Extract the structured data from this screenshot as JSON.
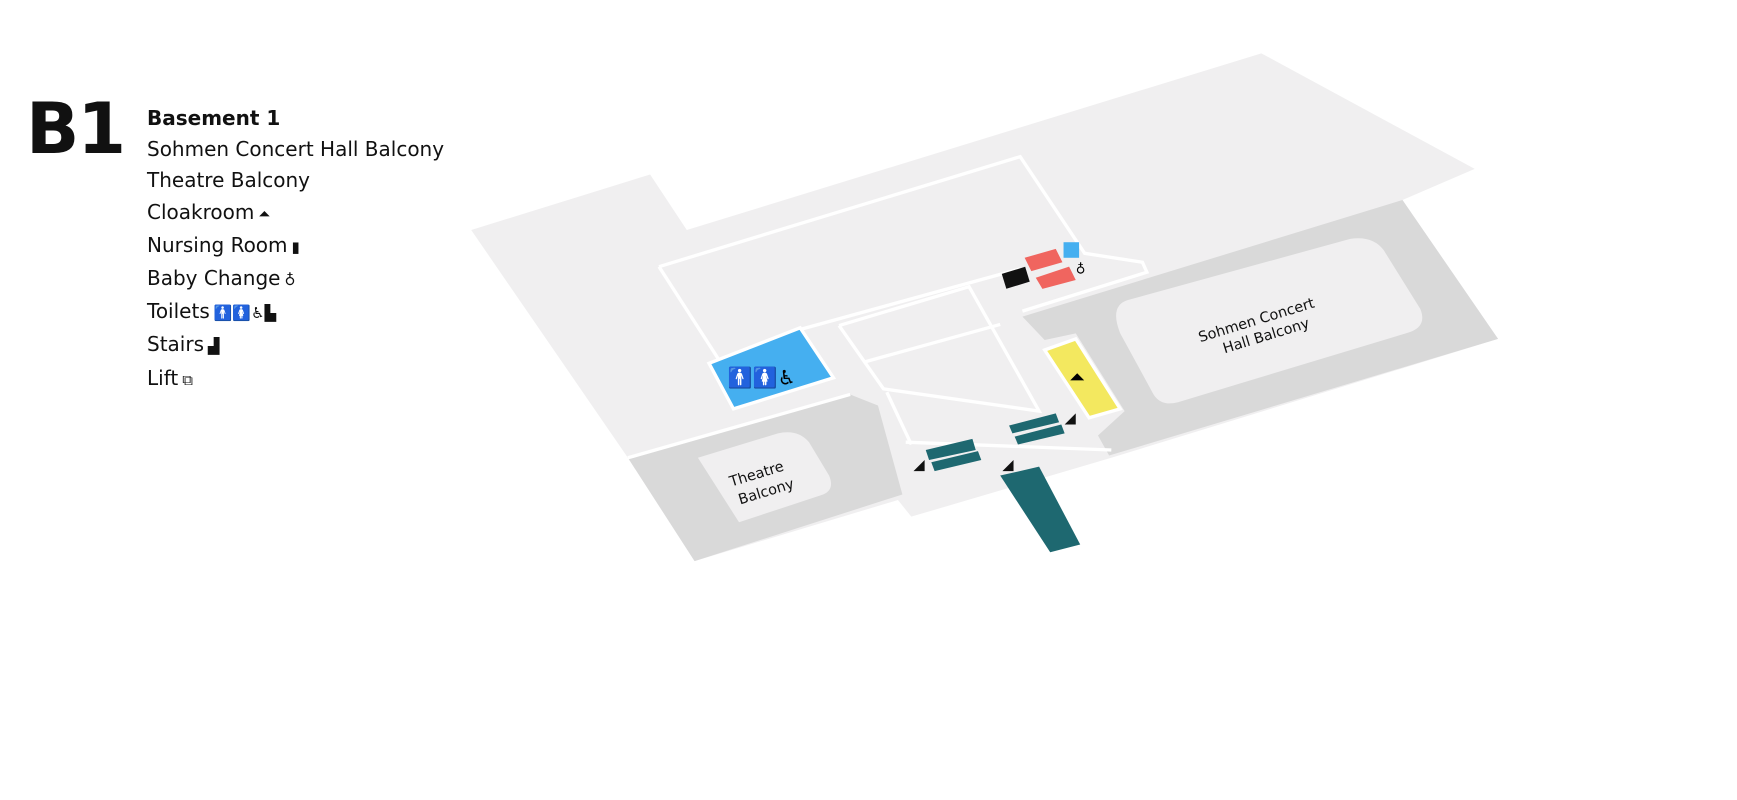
{
  "floor": {
    "code": "B1",
    "title": "Basement 1"
  },
  "legend": [
    {
      "label": "Sohmen Concert Hall Balcony",
      "icon": ""
    },
    {
      "label": "Theatre Balcony",
      "icon": ""
    },
    {
      "label": "Cloakroom",
      "icon": "⌂"
    },
    {
      "label": "Nursing Room",
      "icon": "▯"
    },
    {
      "label": "Baby Change",
      "icon": "♿"
    },
    {
      "label": "Toilets",
      "icon": "🚹🚺♿🚽"
    },
    {
      "label": "Stairs",
      "icon": "▟"
    },
    {
      "label": "Lift",
      "icon": "⇅"
    }
  ],
  "map_labels": {
    "concert_hall_line1": "Sohmen Concert",
    "concert_hall_line2": "Hall Balcony",
    "theatre_line1": "Theatre",
    "theatre_line2": "Balcony"
  },
  "colors": {
    "floor": "#f0eff0",
    "hall": "#d9d9d9",
    "toilets": "#45aff0",
    "accessible_toilets": "#f0655f",
    "cloakroom": "#f3e85f",
    "stairs": "#1e6870"
  }
}
